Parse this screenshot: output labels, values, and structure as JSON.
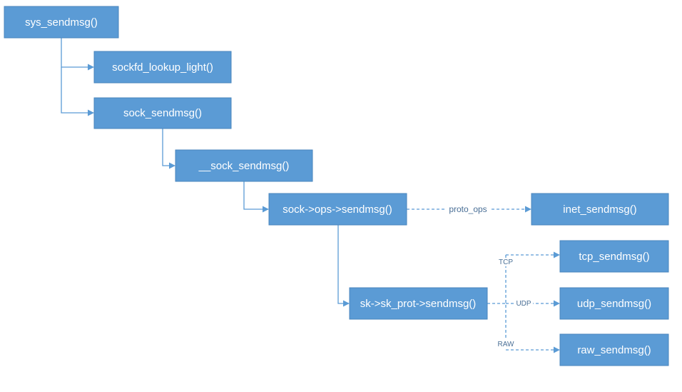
{
  "colors": {
    "node_fill": "#5b9bd5",
    "node_text": "#ffffff",
    "edge": "#5b9bd5",
    "edge_label": "#4a6f96"
  },
  "nodes": {
    "sys_sendmsg": "sys_sendmsg()",
    "sockfd_lookup_light": "sockfd_lookup_light()",
    "sock_sendmsg": "sock_sendmsg()",
    "__sock_sendmsg": "__sock_sendmsg()",
    "sock_ops_sendmsg": "sock->ops->sendmsg()",
    "inet_sendmsg": "inet_sendmsg()",
    "sk_prot_sendmsg": "sk->sk_prot->sendmsg()",
    "tcp_sendmsg": "tcp_sendmsg()",
    "udp_sendmsg": "udp_sendmsg()",
    "raw_sendmsg": "raw_sendmsg()"
  },
  "edge_labels": {
    "proto_ops": "proto_ops",
    "tcp": "TCP",
    "udp": "UDP",
    "raw": "RAW"
  }
}
